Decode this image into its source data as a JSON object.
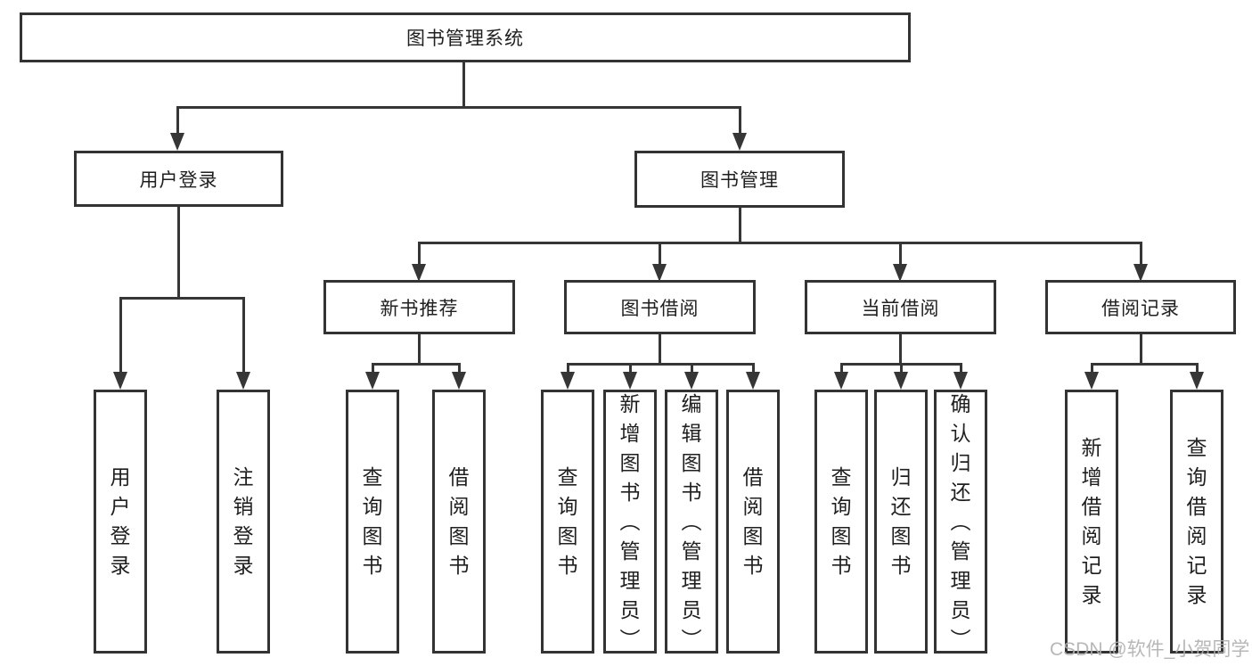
{
  "diagram": {
    "root": {
      "label": "图书管理系统",
      "children": [
        {
          "label": "用户登录",
          "children": [
            {
              "label": "用户登录"
            },
            {
              "label": "注销登录"
            }
          ]
        },
        {
          "label": "图书管理",
          "children": [
            {
              "label": "新书推荐",
              "children": [
                {
                  "label": "查询图书"
                },
                {
                  "label": "借阅图书"
                }
              ]
            },
            {
              "label": "图书借阅",
              "children": [
                {
                  "label": "查询图书"
                },
                {
                  "label": "新增图书（管理员）"
                },
                {
                  "label": "编辑图书（管理员）"
                },
                {
                  "label": "借阅图书"
                }
              ]
            },
            {
              "label": "当前借阅",
              "children": [
                {
                  "label": "查询图书"
                },
                {
                  "label": "归还图书"
                },
                {
                  "label": "确认归还（管理员）"
                }
              ]
            },
            {
              "label": "借阅记录",
              "children": [
                {
                  "label": "新增借阅记录"
                },
                {
                  "label": "查询借阅记录"
                }
              ]
            }
          ]
        }
      ]
    }
  },
  "watermark": {
    "text": "CSDN @软件_小贺同学"
  },
  "colors": {
    "line": "#363636",
    "box_border": "#333333",
    "text": "#1f1f1f",
    "watermark": "#b0b0b0",
    "background": "#ffffff"
  }
}
